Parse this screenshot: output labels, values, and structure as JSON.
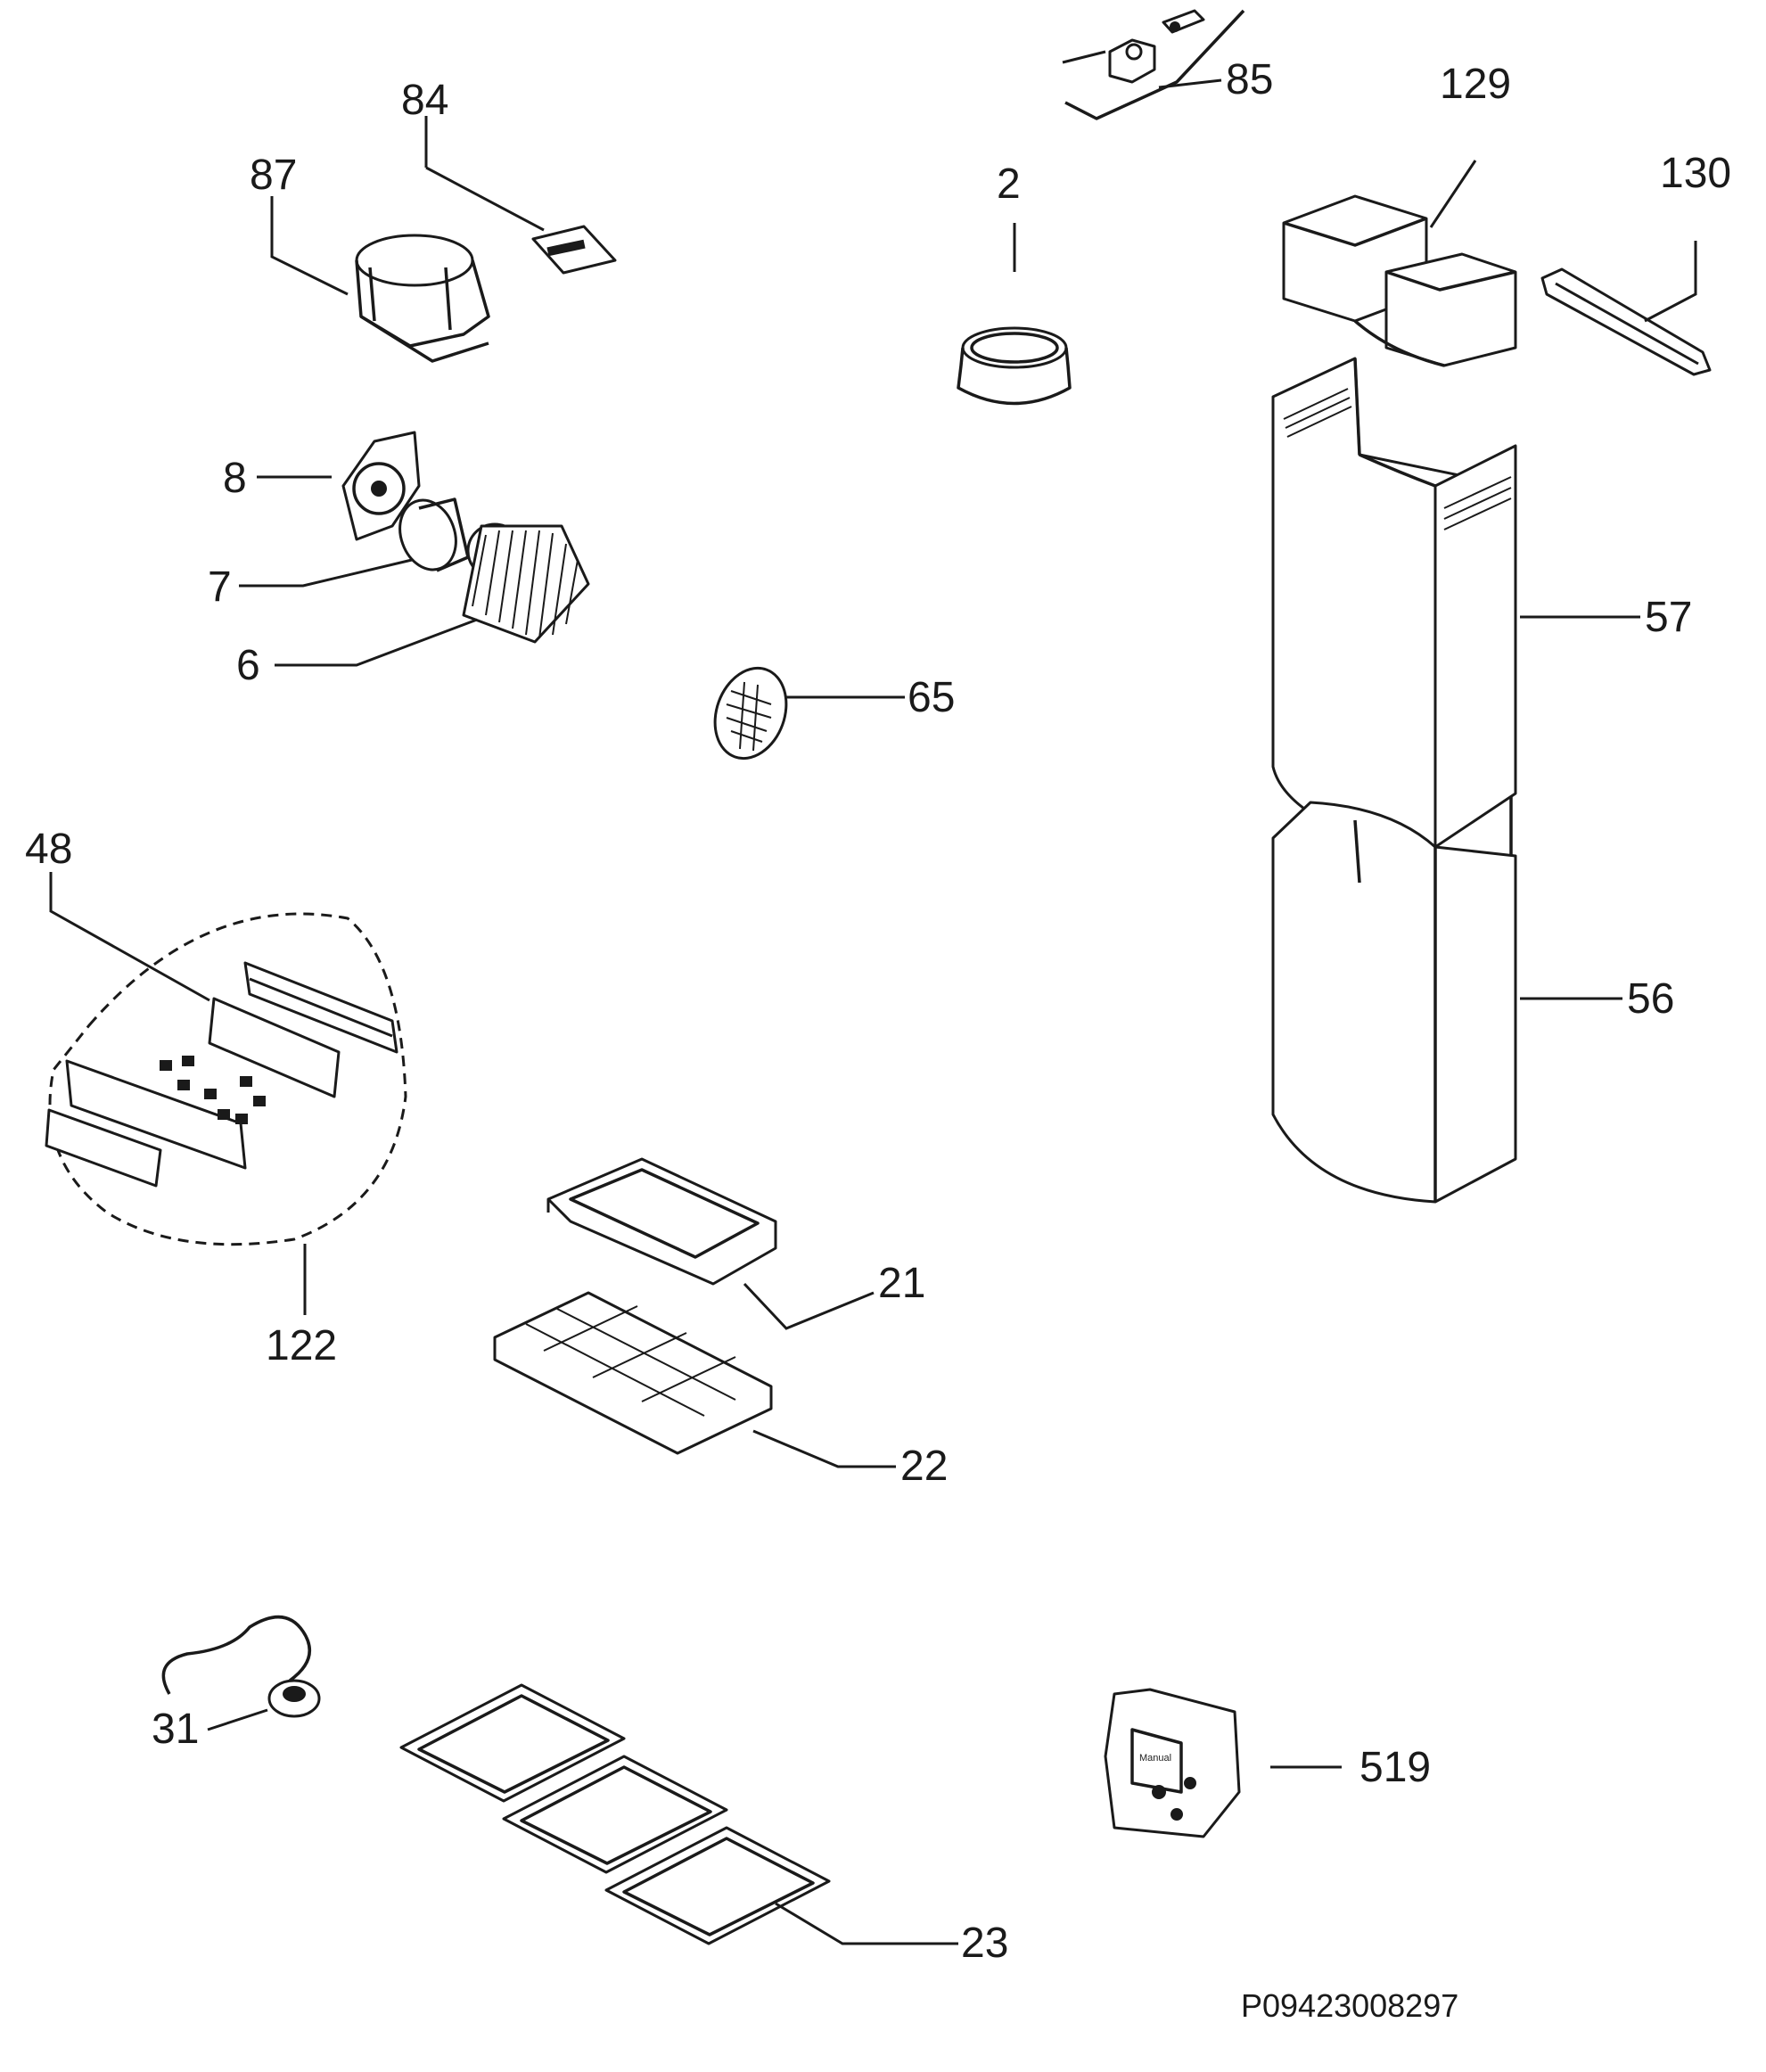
{
  "labels": {
    "p2": "2",
    "p6": "6",
    "p7": "7",
    "p8": "8",
    "p21": "21",
    "p22": "22",
    "p23": "23",
    "p31": "31",
    "p48": "48",
    "p56": "56",
    "p57": "57",
    "p65": "65",
    "p84": "84",
    "p85": "85",
    "p87": "87",
    "p122": "122",
    "p129": "129",
    "p130": "130",
    "p519": "519"
  },
  "manual_label": "Manual",
  "diagram_code": "P09423008297"
}
